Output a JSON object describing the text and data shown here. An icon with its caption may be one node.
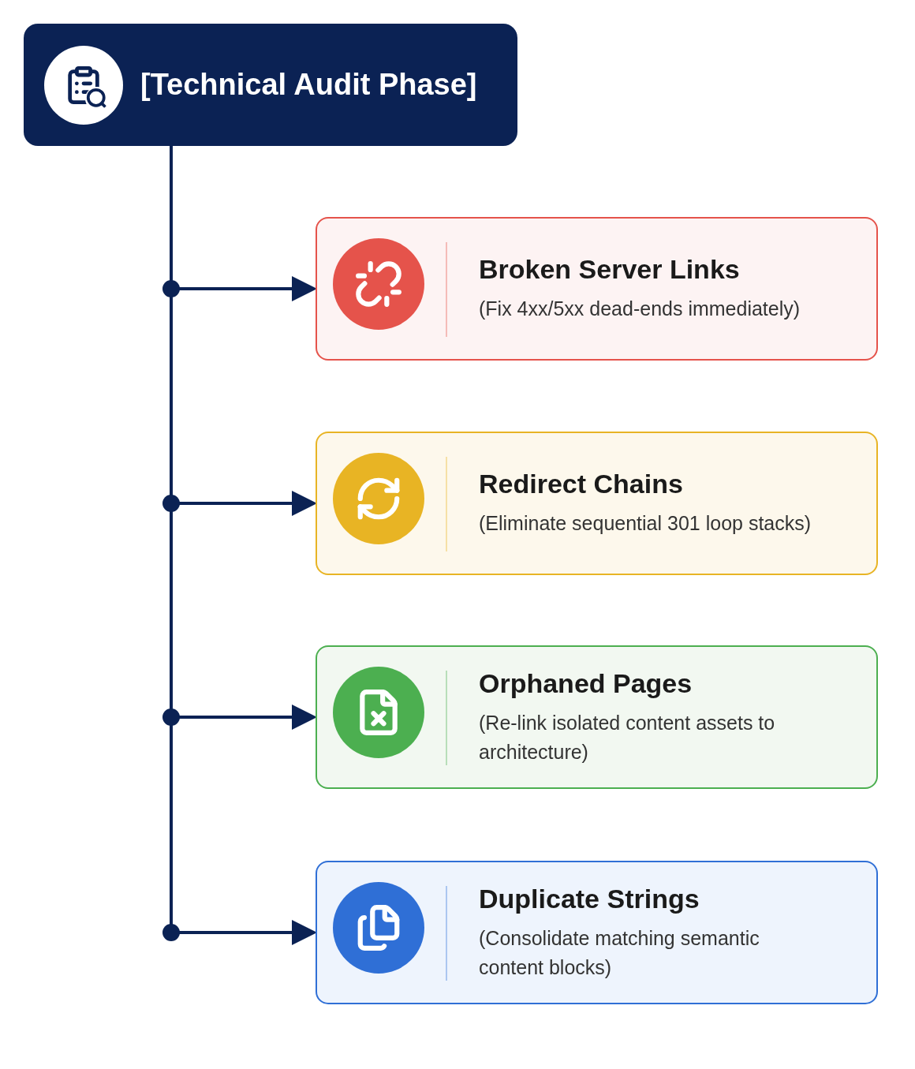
{
  "diagram": {
    "nodes": [
      {
        "text": [
          "[Technical Audit Phase]"
        ]
      },
      {
        "text": [
          "Broken Server Links",
          "(Fix 4xx/5xx dead-ends immediately)"
        ]
      },
      {
        "text": [
          "Redirect Chains",
          "(Eliminate sequential 301 loop stacks)"
        ]
      },
      {
        "text": [
          "Orphaned Pages",
          "(Re-link isolated content assets to architecture)"
        ]
      },
      {
        "text": [
          "Duplicate Strings",
          "(Consolidate matching semantic content blocks)"
        ]
      }
    ],
    "edges": [
      {
        "from": 0,
        "to": 1,
        "arrow": "to"
      },
      {
        "from": 0,
        "to": 2,
        "arrow": "to"
      },
      {
        "from": 0,
        "to": 3,
        "arrow": "to"
      },
      {
        "from": 0,
        "to": 4,
        "arrow": "to"
      }
    ]
  }
}
